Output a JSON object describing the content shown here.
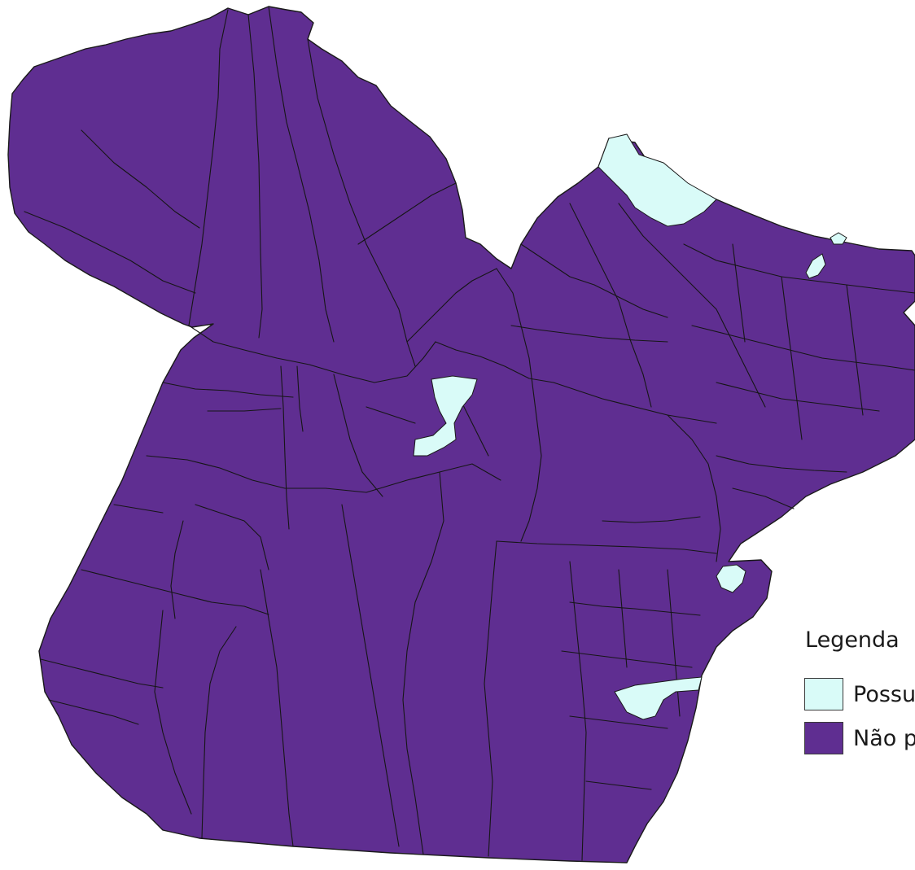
{
  "legend": {
    "title": "Legenda",
    "items": [
      {
        "label": "Possui",
        "color": "#d9fbf8"
      },
      {
        "label": "Não possui",
        "color": "#5f2e91"
      }
    ]
  },
  "map_colors": {
    "region_fill": "#5f2e91",
    "highlight_fill": "#d9fbf8",
    "border": "#161616"
  }
}
